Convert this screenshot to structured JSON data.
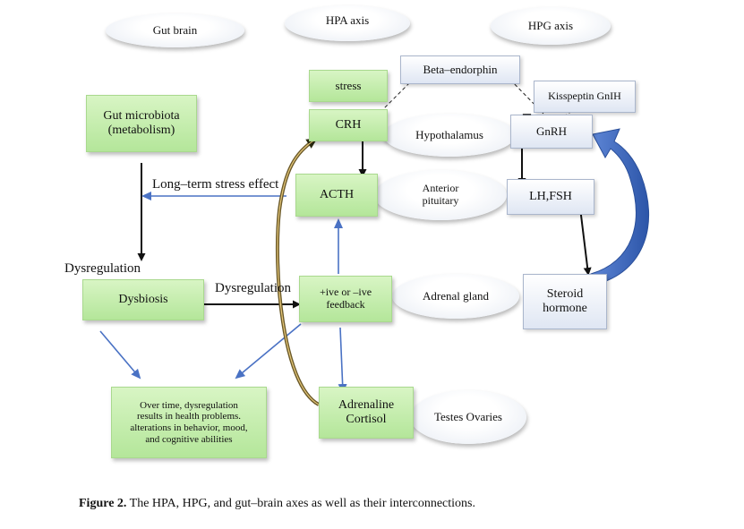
{
  "headers": {
    "gut_brain": "Gut brain",
    "hpa_axis": "HPA axis",
    "hpg_axis": "HPG axis"
  },
  "nodes": {
    "gut_microbiota": "Gut microbiota\n(metabolism)",
    "dysbiosis": "Dysbiosis",
    "outcome": "Over time, dysregulation\nresults in health problems.\nalterations in behavior, mood,\nand cognitive abilities",
    "stress": "stress",
    "crh": "CRH",
    "acth": "ACTH",
    "feedback": "+ive or –ive\nfeedback",
    "adrenaline_cortisol": "Adrenaline\nCortisol",
    "beta_endorphin": "Beta–endorphin",
    "kisspeptin": "Kisspeptin GnIH",
    "gnrh": "GnRH",
    "gnrh_inhibit_mark": "–",
    "lh_fsh": "LH,FSH",
    "steroid": "Steroid\nhormone",
    "hypothalamus": "Hypothalamus",
    "anterior_pituitary": "Anterior\npituitary",
    "adrenal_gland": "Adrenal gland",
    "testes_ovaries": "Testes Ovaries"
  },
  "labels": {
    "long_term_stress": "Long–term stress effect",
    "dysregulation_left": "Dysregulation",
    "dysregulation_mid": "Dysregulation"
  },
  "caption": {
    "label": "Figure 2.",
    "text": " The HPA, HPG, and gut–brain axes as well as their interconnections."
  },
  "colors": {
    "green_fill": "#c6eeac",
    "blue_arrow": "#4a72c4",
    "black_arrow": "#111111",
    "feedback_arc": "#6b5a2a",
    "hpg_feedback_arrow": "#3a62b4"
  }
}
